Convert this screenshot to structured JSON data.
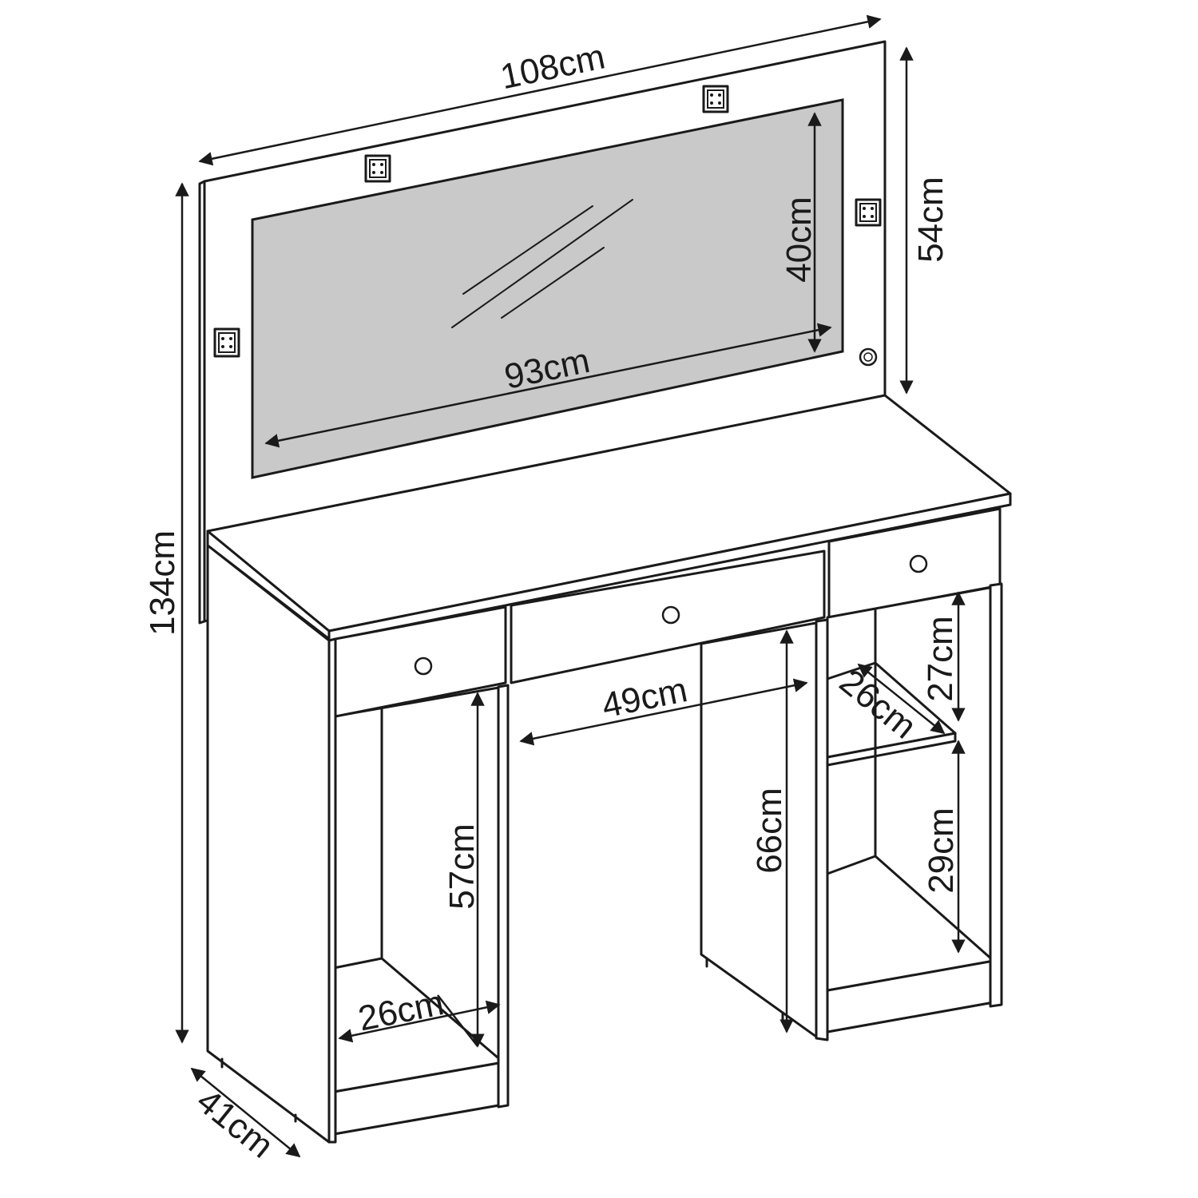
{
  "diagram": {
    "colors": {
      "stroke": "#1a1a1a",
      "mirror": "#c9c9c9",
      "background": "#ffffff"
    },
    "labels": {
      "width_total": "108cm",
      "height_mirror_panel": "54cm",
      "mirror_height": "40cm",
      "mirror_width": "93cm",
      "height_total": "134cm",
      "depth": "41cm",
      "knee_width": "49cm",
      "right_shelf_upper_height": "27cm",
      "right_shelf_depth": "26cm",
      "left_column_height": "57cm",
      "knee_height": "66cm",
      "right_shelf_lower_height": "29cm",
      "left_shelf_depth": "26cm"
    },
    "icons": [
      "light-bulb-icon",
      "light-bulb-icon",
      "light-bulb-icon",
      "light-bulb-icon",
      "touch-switch-icon"
    ]
  }
}
